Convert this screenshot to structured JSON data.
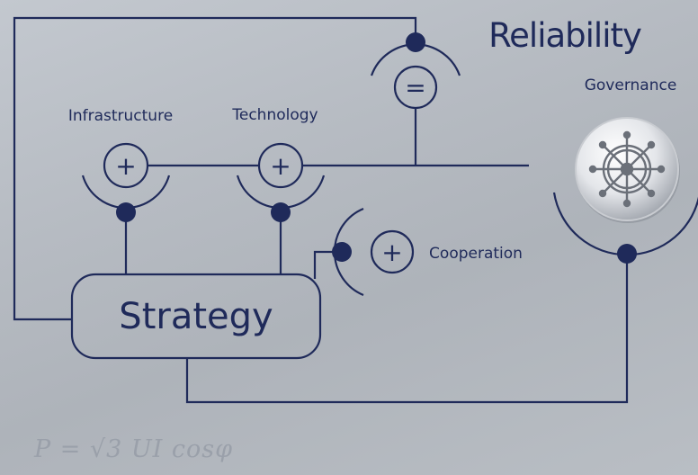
{
  "title": "Reliability",
  "nodes": {
    "infrastructure": {
      "label": "Infrastructure",
      "symbol": "+"
    },
    "technology": {
      "label": "Technology",
      "symbol": "+"
    },
    "cooperation": {
      "label": "Cooperation",
      "symbol": "+"
    },
    "reliability": {
      "symbol": "="
    },
    "governance": {
      "label": "Governance",
      "icon": "ship-wheel-icon"
    },
    "strategy": {
      "label": "Strategy"
    }
  },
  "formula": "P = √3 UI cosφ",
  "colors": {
    "line": "#1f2a5a",
    "dot": "#1f2a5a",
    "background": "#b6bbc2",
    "formula": "#9aa0aa"
  }
}
